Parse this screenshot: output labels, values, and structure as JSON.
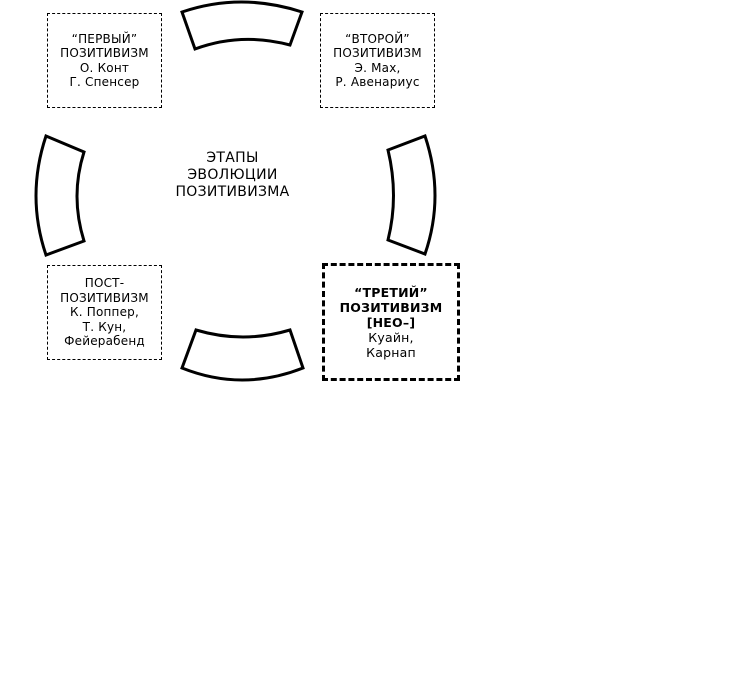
{
  "center": {
    "lines": [
      "ЭТАПЫ",
      "ЭВОЛЮЦИИ",
      "ПОЗИТИВИЗМА"
    ]
  },
  "boxes": {
    "first": {
      "lines": [
        "“ПЕРВЫЙ”",
        "ПОЗИТИВИЗМ",
        "О. Конт",
        "Г. Спенсер"
      ]
    },
    "second": {
      "lines": [
        "“ВТОРОЙ”",
        "ПОЗИТИВИЗМ",
        "Э. Мах,",
        "Р. Авенариус"
      ]
    },
    "third": {
      "lines": [
        "“ТРЕТИЙ”",
        "ПОЗИТИВИЗМ",
        "[НЕО–]",
        "Куайн,",
        "Карнап"
      ]
    },
    "post": {
      "lines": [
        "ПОСТ-",
        "ПОЗИТИВИЗМ",
        "К. Поппер,",
        "Т. Кун,",
        "Фейерабенд"
      ]
    }
  },
  "connectors": [
    "top-arc",
    "right-arc",
    "bottom-arc",
    "left-arc"
  ]
}
